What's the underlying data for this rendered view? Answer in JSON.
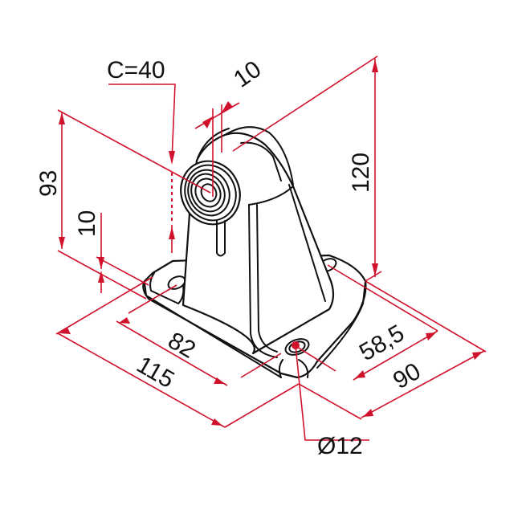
{
  "drawing": {
    "subject": "Pedestal bracket with pivot eye - isometric dimensioned drawing",
    "colors": {
      "dimension": "#d0112b",
      "outline": "#111111",
      "background": "#ffffff"
    },
    "dimensions": {
      "c_distance": "C=40",
      "eye_width": "10",
      "height_total": "120",
      "height_to_axis": "93",
      "base_thickness": "10",
      "hole_spacing_length": "82",
      "base_length": "115",
      "hole_spacing_width": "58,5",
      "base_width": "90",
      "hole_diameter": "Ø12"
    }
  }
}
